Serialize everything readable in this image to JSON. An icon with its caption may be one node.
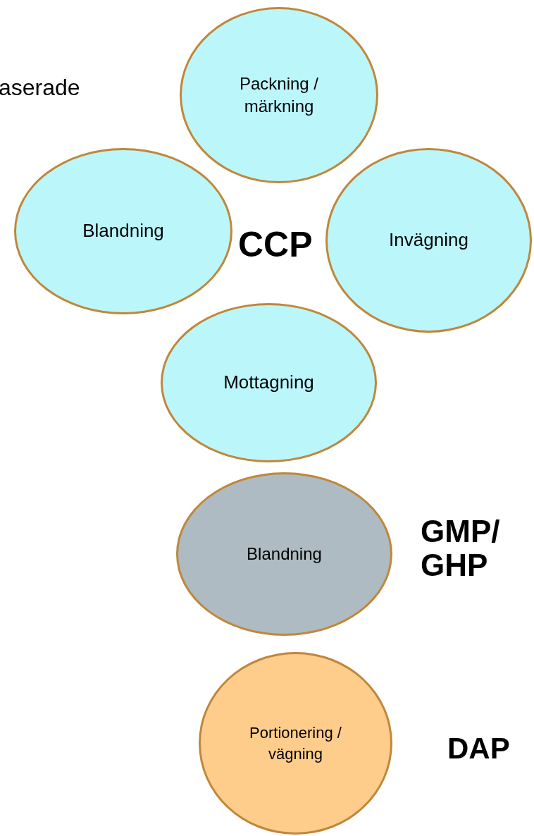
{
  "diagram": {
    "nodes": [
      {
        "text": [
          "Packning / märkning"
        ]
      },
      {
        "text": [
          "Blandning"
        ]
      },
      {
        "text": [
          "Invägning"
        ]
      },
      {
        "text": [
          "Mottagning"
        ]
      },
      {
        "text": [
          "Blandning"
        ]
      },
      {
        "text": [
          "Portionering / vägning"
        ]
      }
    ],
    "labels": [
      "aserade",
      "CCP",
      "GMP/ GHP",
      "DAP"
    ]
  }
}
